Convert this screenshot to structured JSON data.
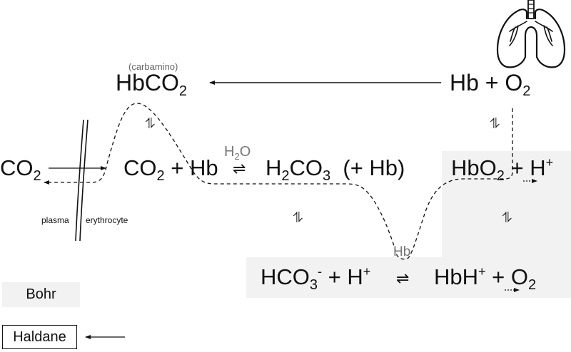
{
  "diagram": {
    "title": "CO2 transport, Bohr and Haldane effects",
    "colors": {
      "shade": "#f2f2f2",
      "text": "#111111",
      "grey_text": "#7a7a7a"
    },
    "icons": {
      "lungs": "lungs-icon",
      "membrane": "cell-membrane"
    },
    "labels": {
      "carbamino": "(carbamino)",
      "plasma": "plasma",
      "erythrocyte": "erythrocyte",
      "h2o_catalyst": {
        "h": "H",
        "sub": "2",
        "o": "O"
      },
      "hb_catalyst": "Hb"
    },
    "species": {
      "hbco2": {
        "main": "HbCO",
        "sub": "2"
      },
      "hb_o2_top": {
        "main": "Hb + O",
        "sub": "2"
      },
      "co2_plasma": {
        "main": "CO",
        "sub": "2"
      },
      "co2_hb": {
        "a": "CO",
        "sub": "2",
        "b": " + Hb"
      },
      "h2co3": {
        "a": "H",
        "sub1": "2",
        "b": "CO",
        "sub2": "3",
        "c": "  (+ Hb)"
      },
      "hbo2_h": {
        "a": "HbO",
        "sub": "2",
        "b": " + H",
        "sup": "+"
      },
      "hco3_h": {
        "a": "HCO",
        "sub": "3",
        "sup1": "-",
        "b": " + H",
        "sup2": "+"
      },
      "hbh_o2": {
        "a": "HbH",
        "sup": "+",
        "b": " + O",
        "sub": "2"
      }
    },
    "equilibrium_symbols": {
      "vertical": "⥮",
      "horizontal": "⇌"
    },
    "legend": {
      "bohr": "Bohr",
      "haldane": "Haldane"
    }
  }
}
